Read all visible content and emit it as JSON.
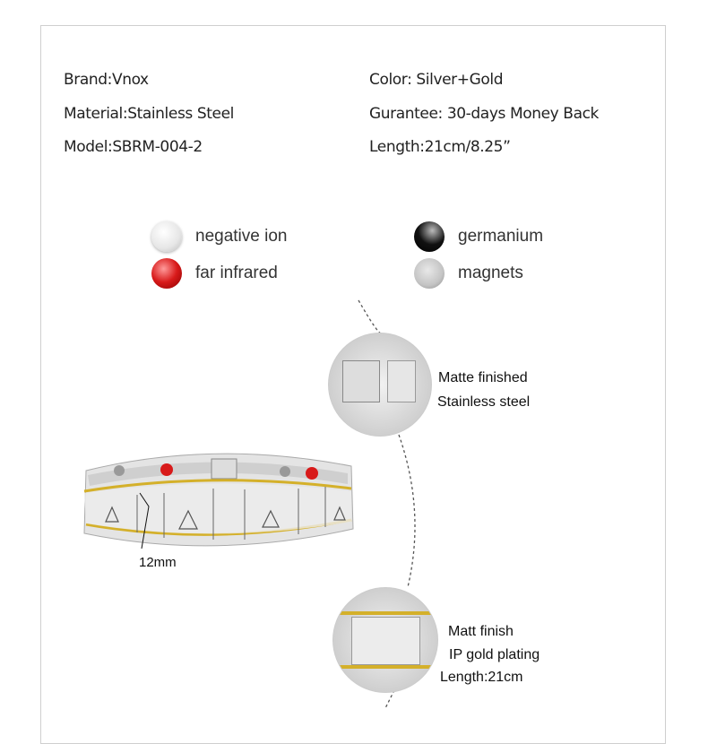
{
  "specs": {
    "brand": "Brand:Vnox",
    "material": "Material:Stainless Steel",
    "model": "Model:SBRM-004-2",
    "color": "Color: Silver+Gold",
    "guarantee": "Gurantee: 30-days Money Back",
    "length": "Length:21cm/8.25”"
  },
  "legend": [
    {
      "label": "negative ion",
      "color": "#ffffff"
    },
    {
      "label": "far infrared",
      "color": "#d81a1a"
    },
    {
      "label": "germanium",
      "color": "#111111"
    },
    {
      "label": "magnets",
      "color": "#c8c8c8"
    }
  ],
  "dimension": "12mm",
  "callout1": {
    "line1": "Matte finished",
    "line2": "Stainless steel"
  },
  "callout2": {
    "line1": "Matt finish",
    "line2": "IP gold plating",
    "line3": "Length:21cm"
  }
}
